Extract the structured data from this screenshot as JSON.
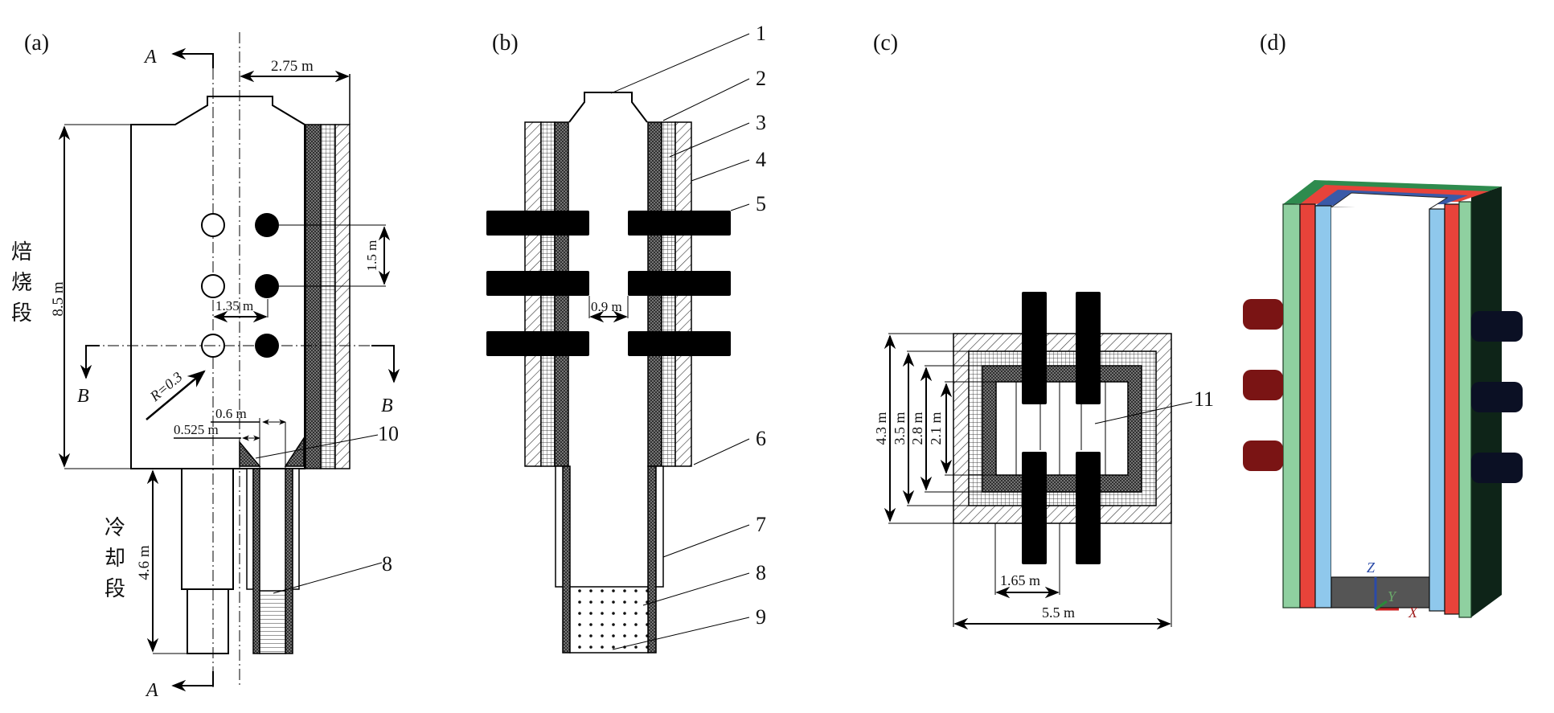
{
  "figure": {
    "panels": {
      "a": {
        "label": "(a)",
        "section_markers": {
          "a_top": "A",
          "a_bottom": "A",
          "b_left": "B",
          "b_right": "B"
        },
        "dimensions": {
          "half_width": "2.75 m",
          "roasting_height": "8.5 m",
          "nozzle_spacing": "1.5 m",
          "nozzle_offset": "1.35 m",
          "nozzle_radius": "R=0.3",
          "outlet_outer": "0.6 m",
          "outlet_inner": "0.525 m",
          "cooling_height": "4.6 m"
        },
        "section_names": {
          "roasting": "焙烧段",
          "cooling": "冷却段"
        },
        "callouts": [
          "10",
          "8"
        ]
      },
      "b": {
        "label": "(b)",
        "dimensions": {
          "inner_gap": "0.9 m"
        },
        "callouts": [
          "1",
          "2",
          "3",
          "4",
          "5",
          "6",
          "7",
          "8",
          "9"
        ]
      },
      "c": {
        "label": "(c)",
        "dimensions": {
          "h1": "4.3 m",
          "h2": "3.5 m",
          "h3": "2.8 m",
          "h4": "2.1 m",
          "burner_span": "1.65 m",
          "total_width": "5.5 m"
        },
        "callouts": [
          "11"
        ]
      },
      "d": {
        "label": "(d)",
        "axes": {
          "z": "Z",
          "y": "Y",
          "x": "X"
        },
        "colors": {
          "outer_layer": "#8fd0a0",
          "outer_top": "#2e8b4e",
          "red_layer": "#e8433a",
          "blue_layer": "#8fc8ec",
          "blue_top": "#3a5aa8",
          "side_face": "#0e2418",
          "left_nozzle": "#7a1414",
          "right_nozzle": "#0b1024",
          "bottom": "#555555"
        }
      }
    }
  }
}
